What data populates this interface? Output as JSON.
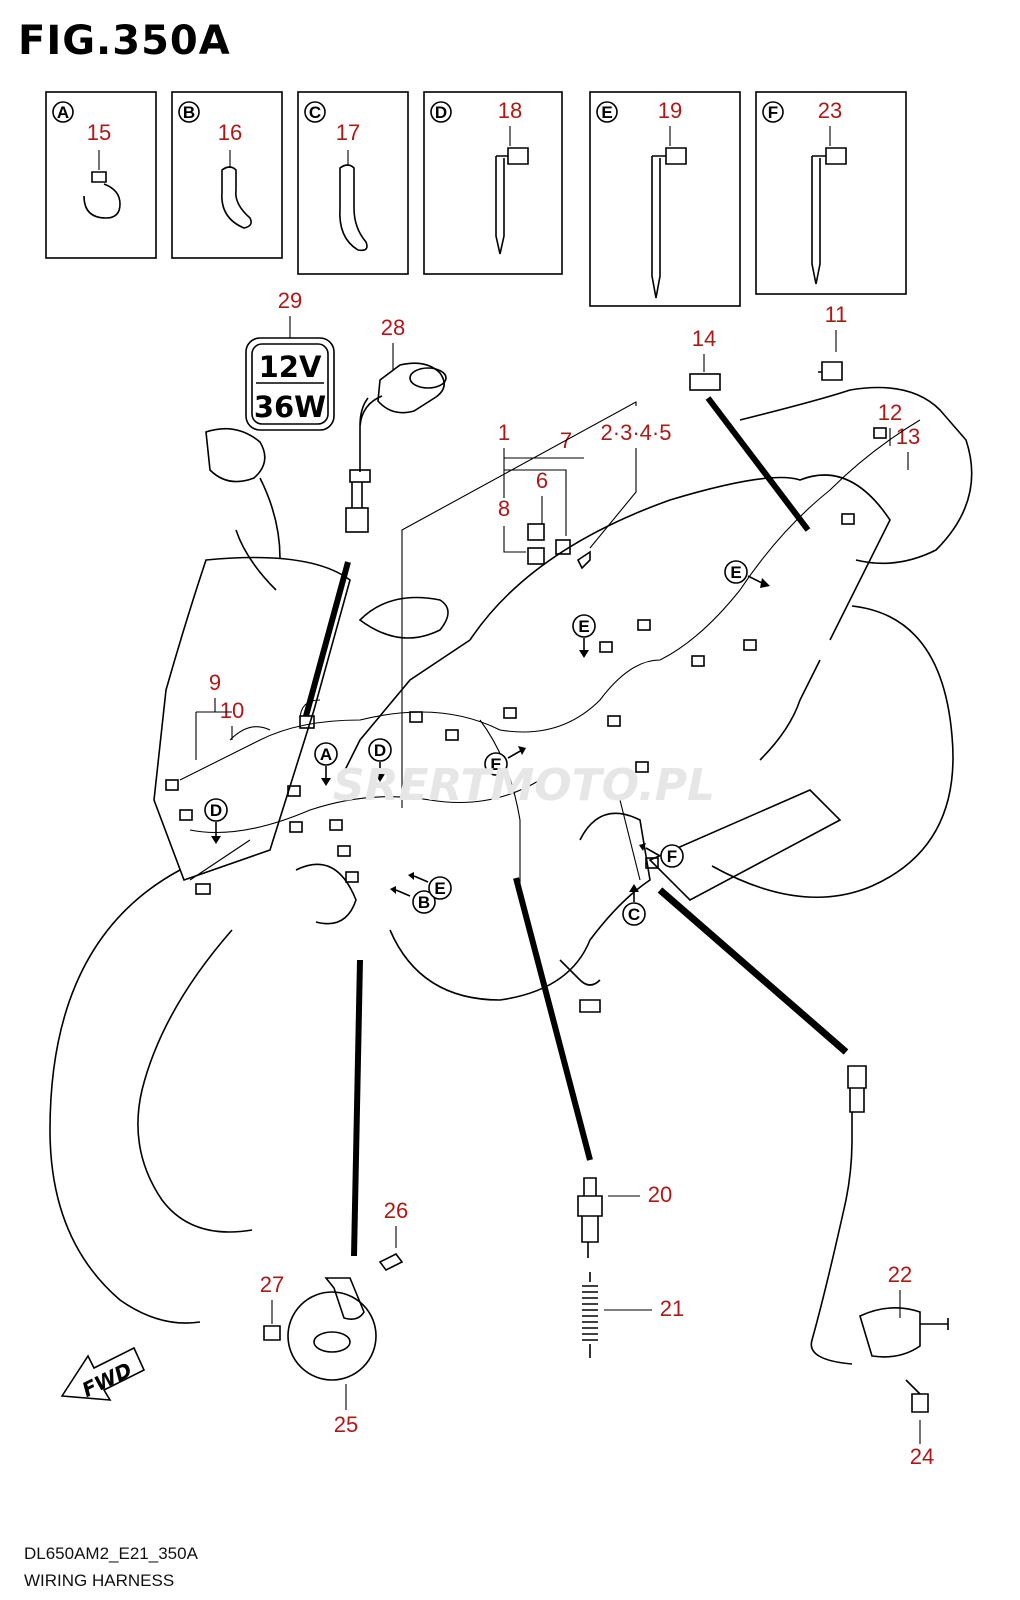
{
  "figure": {
    "title": "FIG.350A",
    "code": "DL650AM2_E21_350A",
    "name": "WIRING HARNESS"
  },
  "watermark": "SRERTMOTO.PL",
  "fwd_label": "FWD",
  "socket_label": {
    "line1": "12V",
    "line2": "36W"
  },
  "detail_boxes": [
    {
      "letter": "A",
      "part": "15"
    },
    {
      "letter": "B",
      "part": "16"
    },
    {
      "letter": "C",
      "part": "17"
    },
    {
      "letter": "D",
      "part": "18"
    },
    {
      "letter": "E",
      "part": "19"
    },
    {
      "letter": "F",
      "part": "23"
    }
  ],
  "callouts": {
    "c1": "1",
    "c2345": "2·3·4·5",
    "c6": "6",
    "c7": "7",
    "c8": "8",
    "c9": "9",
    "c10": "10",
    "c11": "11",
    "c12": "12",
    "c13": "13",
    "c14": "14",
    "c20": "20",
    "c21": "21",
    "c22": "22",
    "c24": "24",
    "c25": "25",
    "c26": "26",
    "c27": "27",
    "c28": "28",
    "c29": "29"
  },
  "harness_markers": {
    "A": "A",
    "B": "B",
    "C": "C",
    "D1": "D",
    "D2": "D",
    "E1": "E",
    "E2": "E",
    "E3": "E",
    "E4": "E",
    "F": "F"
  },
  "colors": {
    "callout": "#b01818",
    "line": "#000000",
    "watermark": "#e8e8e8"
  }
}
